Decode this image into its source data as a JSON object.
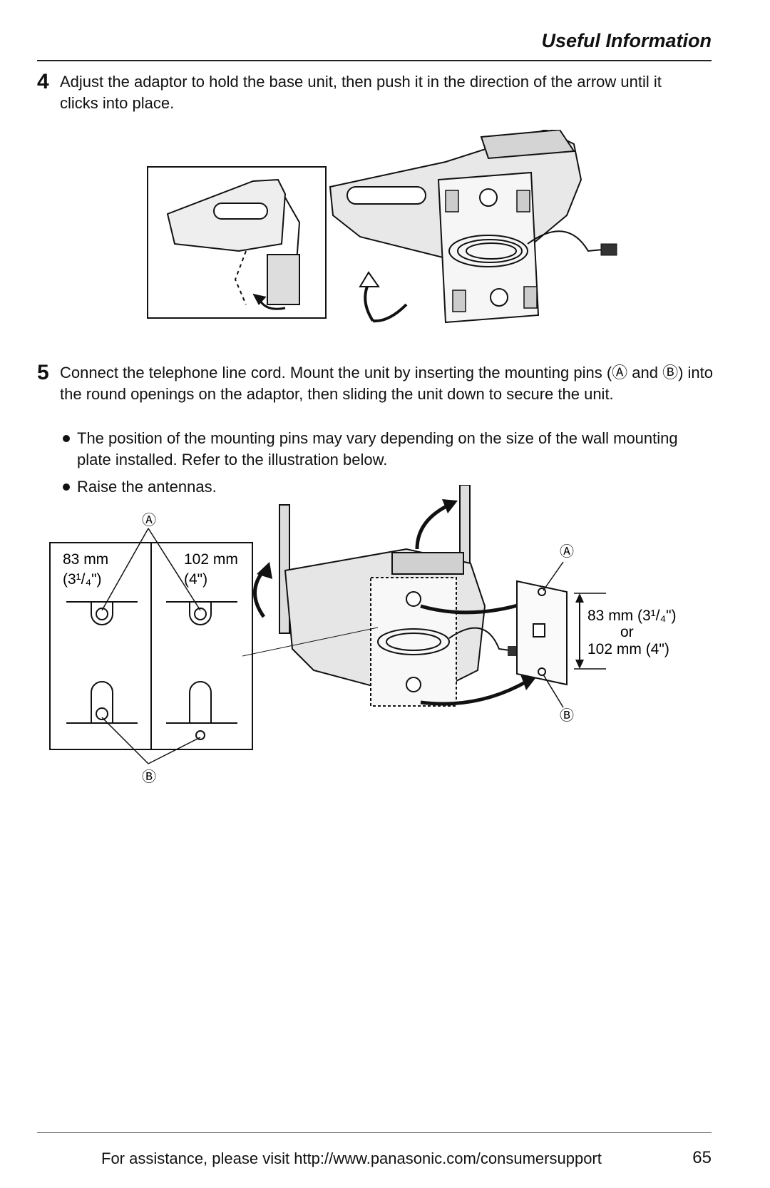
{
  "header": {
    "title": "Useful Information"
  },
  "step4": {
    "number": "4",
    "text": "Adjust the adaptor to hold the base unit, then push it in the direction of the arrow until it clicks into place."
  },
  "step5": {
    "number": "5",
    "text": "Connect the telephone line cord. Mount the unit by inserting the mounting pins (Ⓐ and Ⓑ) into the round openings on the adaptor, then sliding the unit down to secure the unit.",
    "bullets": [
      "The position of the mounting pins may vary depending on the size of the wall mounting plate installed. Refer to the illustration below.",
      "Raise the antennas."
    ]
  },
  "figure2": {
    "left_box": {
      "size_mm": "83 mm",
      "size_in": "(3¹/₄\")"
    },
    "right_box": {
      "size_mm": "102 mm",
      "size_in": "(4\")"
    },
    "pin_a": "Ⓐ",
    "pin_b": "Ⓑ",
    "dimension": {
      "line1": "83 mm (3¹/₄\")",
      "line2": "or",
      "line3": "102 mm (4\")"
    }
  },
  "footer": {
    "text": "For assistance, please visit http://www.panasonic.com/consumersupport",
    "page_number": "65"
  }
}
